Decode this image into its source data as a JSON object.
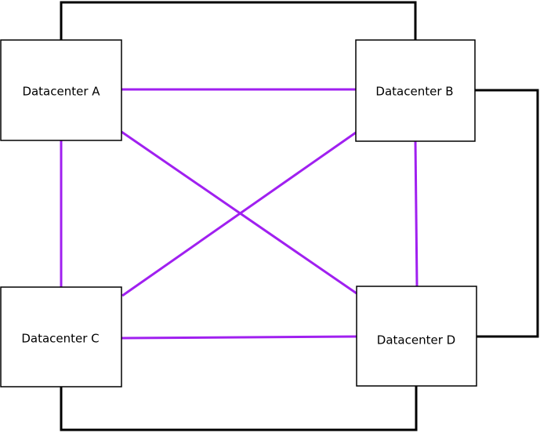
{
  "colors": {
    "mesh_link": "#a020f0",
    "ring_link": "#000000",
    "node_border": "#000000",
    "node_fill": "#ffffff"
  },
  "nodes": {
    "a": {
      "label": "Datacenter A"
    },
    "b": {
      "label": "Datacenter B"
    },
    "c": {
      "label": "Datacenter C"
    },
    "d": {
      "label": "Datacenter D"
    }
  },
  "links": {
    "mesh": [
      {
        "from": "a",
        "to": "b"
      },
      {
        "from": "a",
        "to": "c"
      },
      {
        "from": "a",
        "to": "d"
      },
      {
        "from": "b",
        "to": "c"
      },
      {
        "from": "b",
        "to": "d"
      },
      {
        "from": "c",
        "to": "d"
      }
    ],
    "ring": [
      {
        "from": "a",
        "to": "b"
      },
      {
        "from": "b",
        "to": "d"
      },
      {
        "from": "d",
        "to": "c"
      }
    ]
  }
}
